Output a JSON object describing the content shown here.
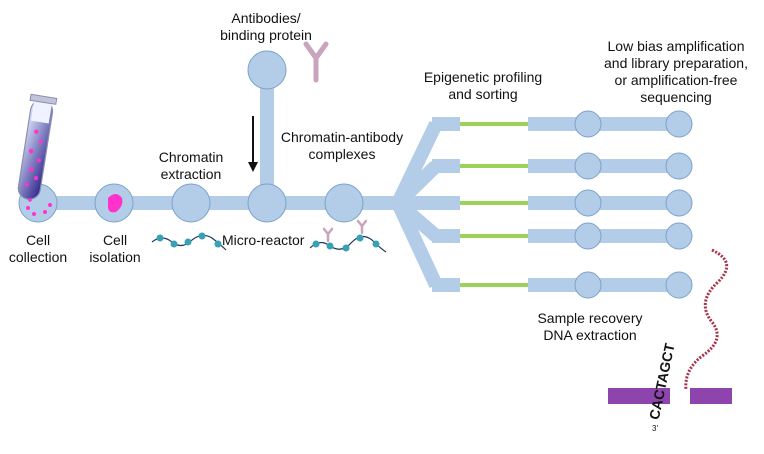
{
  "labels": {
    "antibodies": [
      "Antibodies/",
      "binding protein"
    ],
    "low_bias": [
      "Low bias amplification",
      "and library preparation,",
      "or amplification-free",
      "sequencing"
    ],
    "epigenetic": [
      "Epigenetic profiling",
      "and sorting"
    ],
    "chromatin_antibody": [
      "Chromatin-antibody",
      "complexes"
    ],
    "chromatin_extraction": [
      "Chromatin",
      "extraction"
    ],
    "cell_collection": [
      "Cell",
      "collection"
    ],
    "cell_isolation": [
      "Cell",
      "isolation"
    ],
    "micro_reactor": "Micro-reactor",
    "sample_recovery": [
      "Sample recovery",
      "DNA extraction"
    ],
    "dna_letters": [
      "C",
      "A",
      "C",
      "T",
      "A",
      "G",
      "C",
      "T"
    ],
    "dna_end": "3'"
  },
  "colors": {
    "channel": "#b3cde8",
    "chamber_fill": "#b3cde8",
    "chamber_stroke": "#7aa3cc",
    "barrier": "#9bd35a",
    "antibody": "#c9a4be",
    "cell_pink": "#ff33cc",
    "nucleosome": "#3aa1b5",
    "dna_bar": "#8e44ad",
    "strand": "#a8324a"
  }
}
